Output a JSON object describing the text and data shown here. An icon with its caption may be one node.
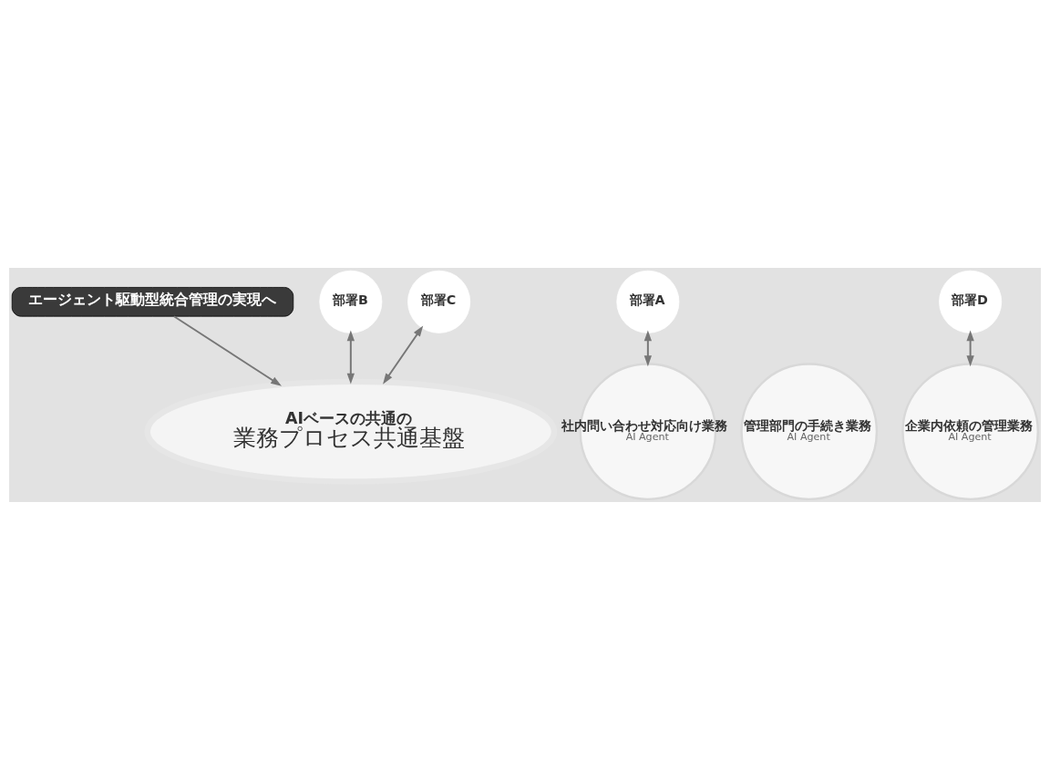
{
  "diagram": {
    "nodes": [
      {
        "text": [
          "エージェント駆動型統合管理の実現へ"
        ]
      },
      {
        "text": [
          "AIベースの共通の",
          "業務プロセス共通基盤"
        ]
      },
      {
        "text": [
          "社内問い合わせ対応向け業務",
          "AI Agent"
        ]
      },
      {
        "text": [
          "管理部門の手続き業務",
          "AI Agent"
        ]
      },
      {
        "text": [
          "企業内依頼の管理業務",
          "AI Agent"
        ]
      },
      {
        "text": [
          "部署A"
        ]
      },
      {
        "text": [
          "部署B"
        ]
      },
      {
        "text": [
          "部署C"
        ]
      },
      {
        "text": [
          "部署D"
        ]
      }
    ],
    "edges": [
      {
        "from": 0,
        "to": 1,
        "arrow": "to"
      },
      {
        "from": 5,
        "to": 2,
        "arrow": "both"
      },
      {
        "from": 6,
        "to": 1,
        "arrow": "both"
      },
      {
        "from": 7,
        "to": 1,
        "arrow": "both"
      },
      {
        "from": 8,
        "to": 4,
        "arrow": "both"
      }
    ]
  }
}
